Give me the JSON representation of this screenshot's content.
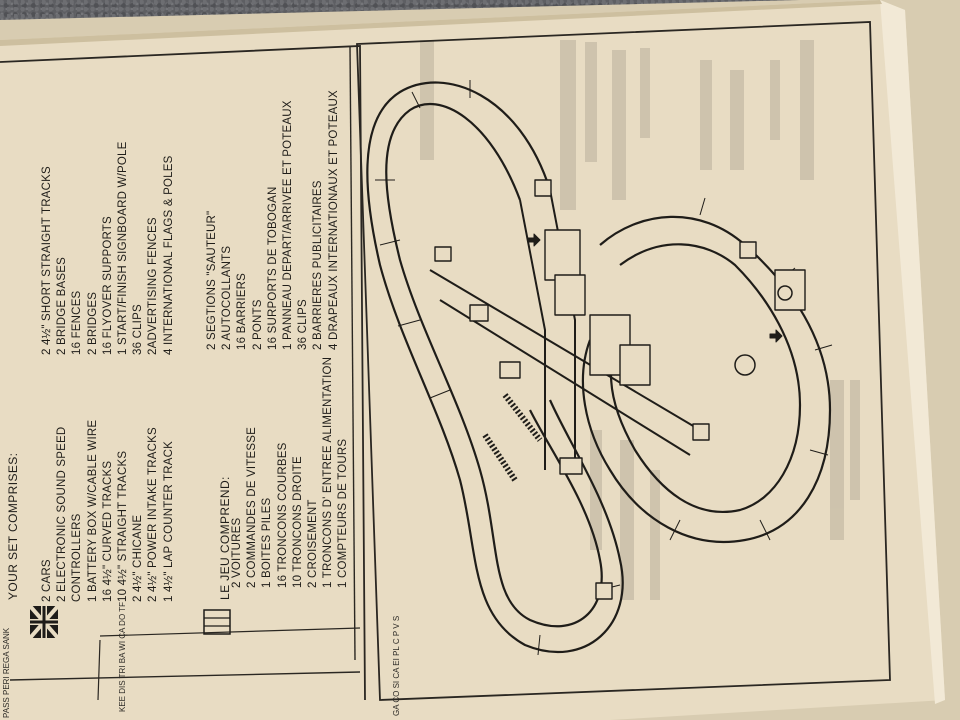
{
  "english_section": {
    "heading": "YOUR SET COMPRISES:",
    "items_left": [
      "2 CARS",
      "2 ELECTRONIC SOUND SPEED",
      "    CONTROLLERS",
      "1 BATTERY BOX W/CABLE WIRE",
      "16 4½\" CURVED TRACKS",
      "10 4½\" STRAIGHT TRACKS",
      "  2 4½\" CHICANE",
      "  2 4½\" POWER INTAKE TRACKS",
      "    1 4½\" LAP COUNTER TRACK"
    ],
    "items_right": [
      "2 4½\" SHORT STRAIGHT TRACKS",
      "2 BRIDGE BASES",
      "16 FENCES",
      "2 BRIDGES",
      "16 FLYOVER SUPPORTS",
      "1 START/FINISH SIGNBOARD W/POLE",
      "36 CLIPS",
      "2ADVERTISING FENCES",
      "4 INTERNATIONAL FLAGS & POLES"
    ]
  },
  "french_section": {
    "heading": "LE JEU COMPREND:",
    "items_left": [
      "2 VOITURES",
      "2 COMMANDES DE VITESSE",
      "1 BOITES PILES",
      "16 TRONCONS COURBES",
      "10 TRONCONS DROITE",
      "2 CROISEMENT",
      "1 TRONCONS D' ENTREE ALIMENTATION",
      "1 COMPTEURS DE TOURS"
    ],
    "items_right": [
      "2 SEGTIONS \"SAUTEUR\"",
      "2 AUTOCOLLANTS",
      "16 BARRIERS",
      "2 PONTS",
      "16 SURPORTS DE TOBOGAN",
      "1 PANNEAU DEPART/ARRIVEE ET POTEAUX",
      "36 CLIPS",
      "2 BARRIERES PUBLICITAIRES",
      "4 DRAPEAUX INTERNATIONAUX ET POTEAUX"
    ]
  },
  "edge_labels": [
    "PASS",
    "PERI",
    "REGA",
    "SANK",
    "KEE",
    "DIS",
    "TRI",
    "BA",
    "WI",
    "CA",
    "DO",
    "TF",
    "GA",
    "CO",
    "SI",
    "CA",
    "EI",
    "PL",
    "C",
    "P",
    "V",
    "S"
  ],
  "colors": {
    "paper": "#e8dcc3",
    "paper_shadow": "#cdbf9f",
    "ink": "#1f1d19",
    "countertop": "#5e5f63"
  },
  "icons": [
    "uk-flag-icon",
    "france-flag-icon",
    "race-track-illustration"
  ]
}
